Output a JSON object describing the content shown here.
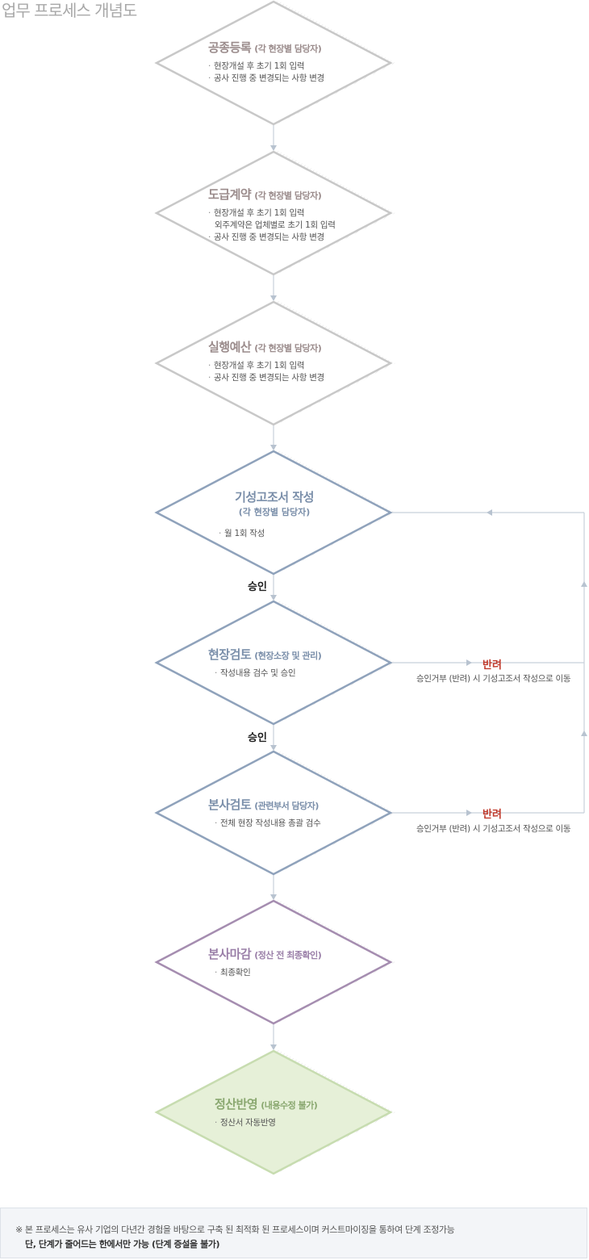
{
  "page": {
    "title": "업무 프로세스 개념도"
  },
  "nodes": [
    {
      "title": "공종등록",
      "sub": "(각 현장별 담당자)",
      "sub2": "",
      "items": [
        "현장개설 후 초기 1회 입력",
        "공사 진행 중 변경되는 사항 변경"
      ],
      "items_cont": "",
      "color": "#9b8c8c",
      "stroke": "#c8c8c8",
      "fill": "#ffffff"
    },
    {
      "title": "도급계약",
      "sub": "(각 현장별 담당자)",
      "sub2": "",
      "items": [
        "현장개설 후 초기 1회 입력",
        "공사 진행 중 변경되는 사항 변경"
      ],
      "items_cont": "외주계약은 업체별로 초기 1회 입력",
      "color": "#9b8c8c",
      "stroke": "#c8c8c8",
      "fill": "#ffffff"
    },
    {
      "title": "실행예산",
      "sub": "(각 현장별 담당자)",
      "sub2": "",
      "items": [
        "현장개설 후 초기 1회 입력",
        "공사 진행 중 변경되는 사항 변경"
      ],
      "items_cont": "",
      "color": "#9b8c8c",
      "stroke": "#c8c8c8",
      "fill": "#ffffff"
    },
    {
      "title": "기성고조서 작성",
      "sub": "",
      "sub2": "(각 현장별 담당자)",
      "items": [
        "월 1회 작성"
      ],
      "items_cont": "",
      "color": "#7b8faa",
      "stroke": "#8fa2bb",
      "fill": "#ffffff"
    },
    {
      "title": "현장검토",
      "sub": "(현장소장 및 관리)",
      "sub2": "",
      "items": [
        "작성내용 검수 및 승인"
      ],
      "items_cont": "",
      "color": "#7b8faa",
      "stroke": "#8fa2bb",
      "fill": "#ffffff"
    },
    {
      "title": "본사검토",
      "sub": "(관련부서 담당자)",
      "sub2": "",
      "items": [
        "전체 현장 작성내용 총괄 검수"
      ],
      "items_cont": "",
      "color": "#7b8faa",
      "stroke": "#8fa2bb",
      "fill": "#ffffff"
    },
    {
      "title": "본사마감",
      "sub": "(정산 전 최종확인)",
      "sub2": "",
      "items": [
        "최종확인"
      ],
      "items_cont": "",
      "color": "#9a7fa8",
      "stroke": "#a58db0",
      "fill": "#ffffff"
    },
    {
      "title": "정산반영",
      "sub": "(내용수정 불가)",
      "sub2": "",
      "items": [
        "정산서 자동반영"
      ],
      "items_cont": "",
      "color": "#8aa870",
      "stroke": "#c7dcb0",
      "fill": "#e6f0d8"
    }
  ],
  "edges": {
    "approve_label": "승인",
    "reject_label": "반려",
    "reject_desc": "승인거부 (반려) 시 기성고조서 작성으로 이동"
  },
  "footer_note": {
    "line1": "※ 본 프로세스는 유사 기업의 다년간 경험을 바탕으로 구축 된 최적화 된 프로세스이며 커스트마이징을 통하여 단계 조정가능",
    "line2": "단, 단계가 줄어드는 한에서만 가능 (단계 증설을 불가)"
  },
  "colors": {
    "arrow": "#c8d0da",
    "reject_text": "#c0392b"
  }
}
